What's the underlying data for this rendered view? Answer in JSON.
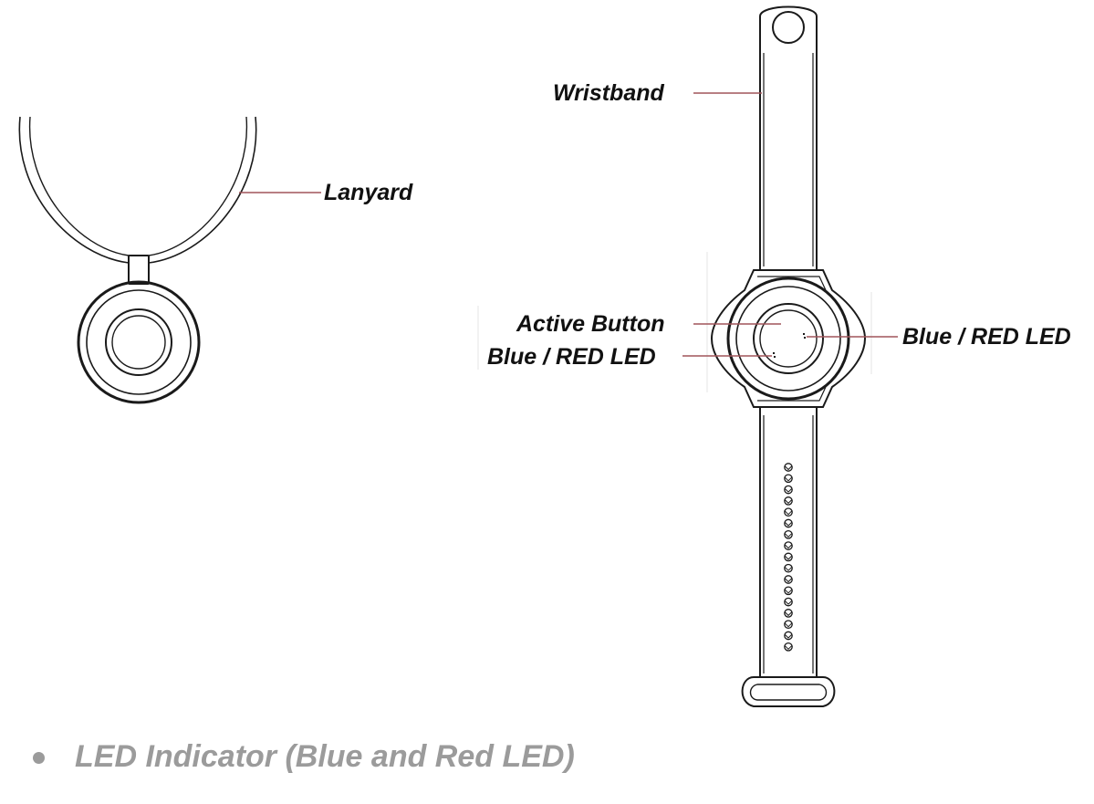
{
  "labels": {
    "lanyard": "Lanyard",
    "wristband": "Wristband",
    "active_button": "Active Button",
    "led_left": "Blue / RED LED",
    "led_right": "Blue / RED LED"
  },
  "section": {
    "heading": "LED Indicator (Blue and Red LED)"
  },
  "colors": {
    "leader_line": "#a0555a",
    "outline": "#1a1a1a",
    "heading_text": "#9b9b9b"
  }
}
